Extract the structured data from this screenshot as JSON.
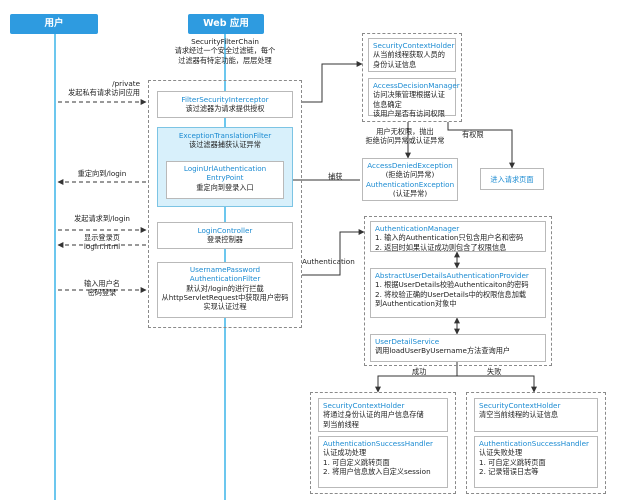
{
  "colors": {
    "accent": "#2e9be0",
    "lifeline": "#6cc7ee",
    "title_text": "#1b8bd2",
    "highlight_bg": "#d8f0fb"
  },
  "headers": {
    "user": "用户",
    "web": "Web 应用"
  },
  "chain": {
    "title": "SecurityFilterChain",
    "desc1": "请求经过一个安全过滤链，每个",
    "desc2": "过滤器有特定功能，层层处理"
  },
  "filters": {
    "fsi": {
      "title": "FilterSecurityInterceptor",
      "desc": "该过滤器为请求提供授权"
    },
    "etf": {
      "title": "ExceptionTranslationFilter",
      "desc": "该过滤器捕获认证异常"
    },
    "entry": {
      "title1": "LoginUrlAuthentication",
      "title2": "EntryPoint",
      "desc": "重定向到登录入口"
    },
    "login_ctrl": {
      "title": "LoginController",
      "desc": "登录控制器"
    },
    "upaf": {
      "title1": "UsernamePassword",
      "title2": "AuthenticationFilter",
      "desc1": "默认对/login的进行拦截",
      "desc2": "从httpServletRequest中获取用户密码",
      "desc3": "实现认证过程"
    }
  },
  "security_context": {
    "title": "SecurityContextHolder",
    "desc": "从当前线程获取人员的身份认证信息"
  },
  "adm": {
    "title": "AccessDecisionManager",
    "desc1": "访问决策管理根据认证信息确定",
    "desc2": "该用户是否有访问权限"
  },
  "exceptions": {
    "ade": "AccessDeniedException",
    "ade_desc": "(拒绝访问异常)",
    "ae": "AuthenticationException",
    "ae_desc": "(认证异常)"
  },
  "enter_page": "进入请求页面",
  "auth_manager": {
    "title": "AuthenticationManager",
    "line1": "1. 输入的Authentication只包含用户名和密码",
    "line2": "2. 返回时如果认证成功则包含了权限信息"
  },
  "provider": {
    "title_blue": "AbstractUserDetails",
    "title_blue2": "AuthenticationProvider",
    "line1": "1. 根据UserDetails校验Authenticaiton的密码",
    "line2": "2. 将校验正确的UserDetails中的权限信息加载",
    "line3": "到Authentication对象中"
  },
  "uds": {
    "title": "UserDetailService",
    "desc": "调用loadUserByUsername方法查询用户"
  },
  "success": {
    "sch_title": "SecurityContextHolder",
    "sch_desc1": "将通过身份认证的用户信息存储",
    "sch_desc2": "到当前线程",
    "ash_title": "AuthenticationSuccessHandler",
    "ash_desc": "认证成功处理",
    "ash_l1": "1. 可自定义跳转页面",
    "ash_l2": "2. 将用户信息放入自定义session"
  },
  "failure": {
    "sch_title": "SecurityContextHolder",
    "sch_desc": "清空当前线程的认证信息",
    "ash_title": "AuthenticationSuccessHandler",
    "ash_desc": "认证失败处理",
    "ash_l1": "1. 可自定义跳转页面",
    "ash_l2": "2. 记录错误日志等"
  },
  "labels": {
    "private1": "/private",
    "private2": "发起私有请求访问应用",
    "redirect": "重定向到/login",
    "send_login": "发起请求到/login",
    "show_login1": "显示登录页",
    "show_login2": "login.html",
    "input1": "输入用户名",
    "input2": "密码登录",
    "capture": "捕获",
    "no_perm1": "用户无权限，抛出",
    "no_perm2": "拒绝访问异常或认证异常",
    "has_perm": "有权限",
    "authentication": "Authentication",
    "success": "成功",
    "fail": "失败"
  }
}
